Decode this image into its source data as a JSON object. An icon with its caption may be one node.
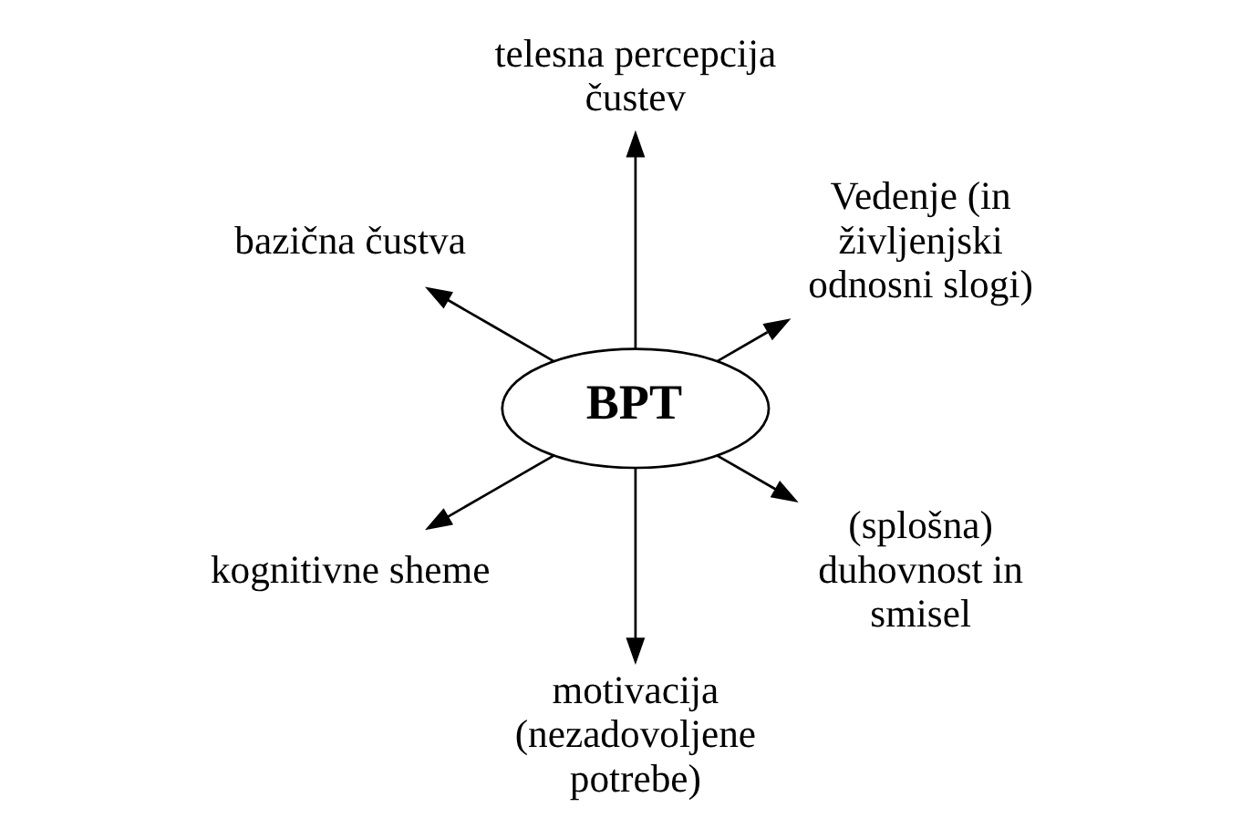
{
  "diagram": {
    "nodes": [
      {
        "text": [
          "BPT"
        ]
      },
      {
        "text": [
          "Vedenje (in življenjski odnosni slogi)"
        ]
      },
      {
        "text": [
          "telesna percepcija čustev"
        ]
      },
      {
        "text": [
          "bazična čustva"
        ]
      },
      {
        "text": [
          "kognitivne sheme"
        ]
      },
      {
        "text": [
          "motivacija (nezadovoljene potrebe)"
        ]
      },
      {
        "text": [
          "(splošna) duhovnost in smisel"
        ]
      }
    ],
    "edges": [
      {
        "from": 0,
        "to": 1,
        "arrow": "to"
      },
      {
        "from": 0,
        "to": 2,
        "arrow": "to"
      },
      {
        "from": 0,
        "to": 3,
        "arrow": "to"
      },
      {
        "from": 0,
        "to": 4,
        "arrow": "to"
      },
      {
        "from": 0,
        "to": 5,
        "arrow": "to"
      },
      {
        "from": 0,
        "to": 6,
        "arrow": "to"
      }
    ]
  }
}
